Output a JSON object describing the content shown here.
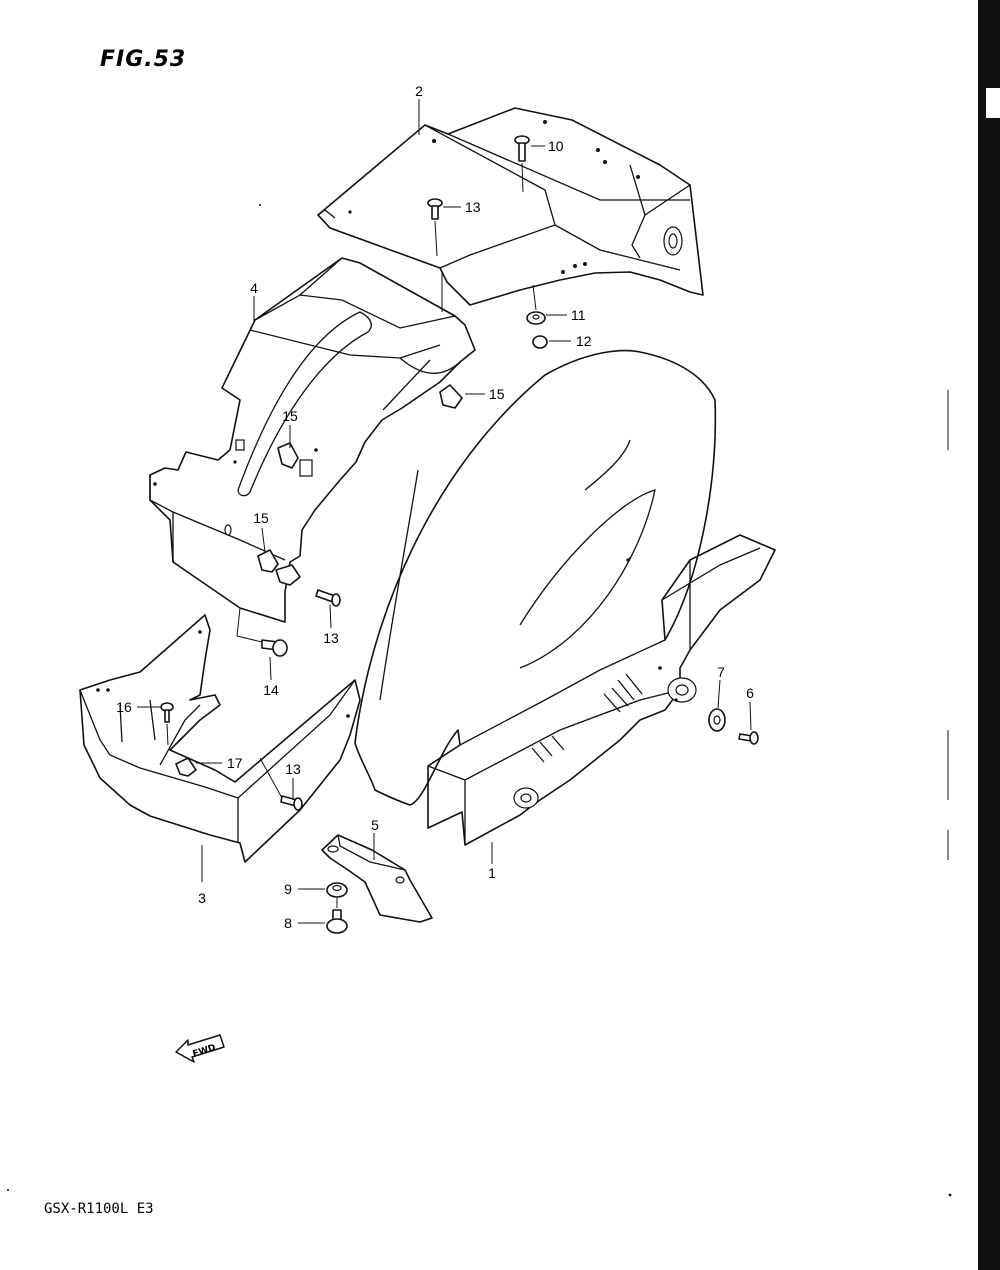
{
  "figure": {
    "title": "FIG.53",
    "model": "GSX-R1100L E3",
    "fwd_label": "FWD"
  },
  "callouts": [
    {
      "id": "c2",
      "number": "2"
    },
    {
      "id": "c10",
      "number": "10"
    },
    {
      "id": "c13a",
      "number": "13"
    },
    {
      "id": "c4",
      "number": "4"
    },
    {
      "id": "c11",
      "number": "11"
    },
    {
      "id": "c12",
      "number": "12"
    },
    {
      "id": "c15a",
      "number": "15"
    },
    {
      "id": "c15b",
      "number": "15"
    },
    {
      "id": "c15c",
      "number": "15"
    },
    {
      "id": "c13b",
      "number": "13"
    },
    {
      "id": "c14",
      "number": "14"
    },
    {
      "id": "c16",
      "number": "16"
    },
    {
      "id": "c17",
      "number": "17"
    },
    {
      "id": "c13c",
      "number": "13"
    },
    {
      "id": "c7",
      "number": "7"
    },
    {
      "id": "c6",
      "number": "6"
    },
    {
      "id": "c5",
      "number": "5"
    },
    {
      "id": "c1",
      "number": "1"
    },
    {
      "id": "c3",
      "number": "3"
    },
    {
      "id": "c9",
      "number": "9"
    },
    {
      "id": "c8",
      "number": "8"
    }
  ]
}
